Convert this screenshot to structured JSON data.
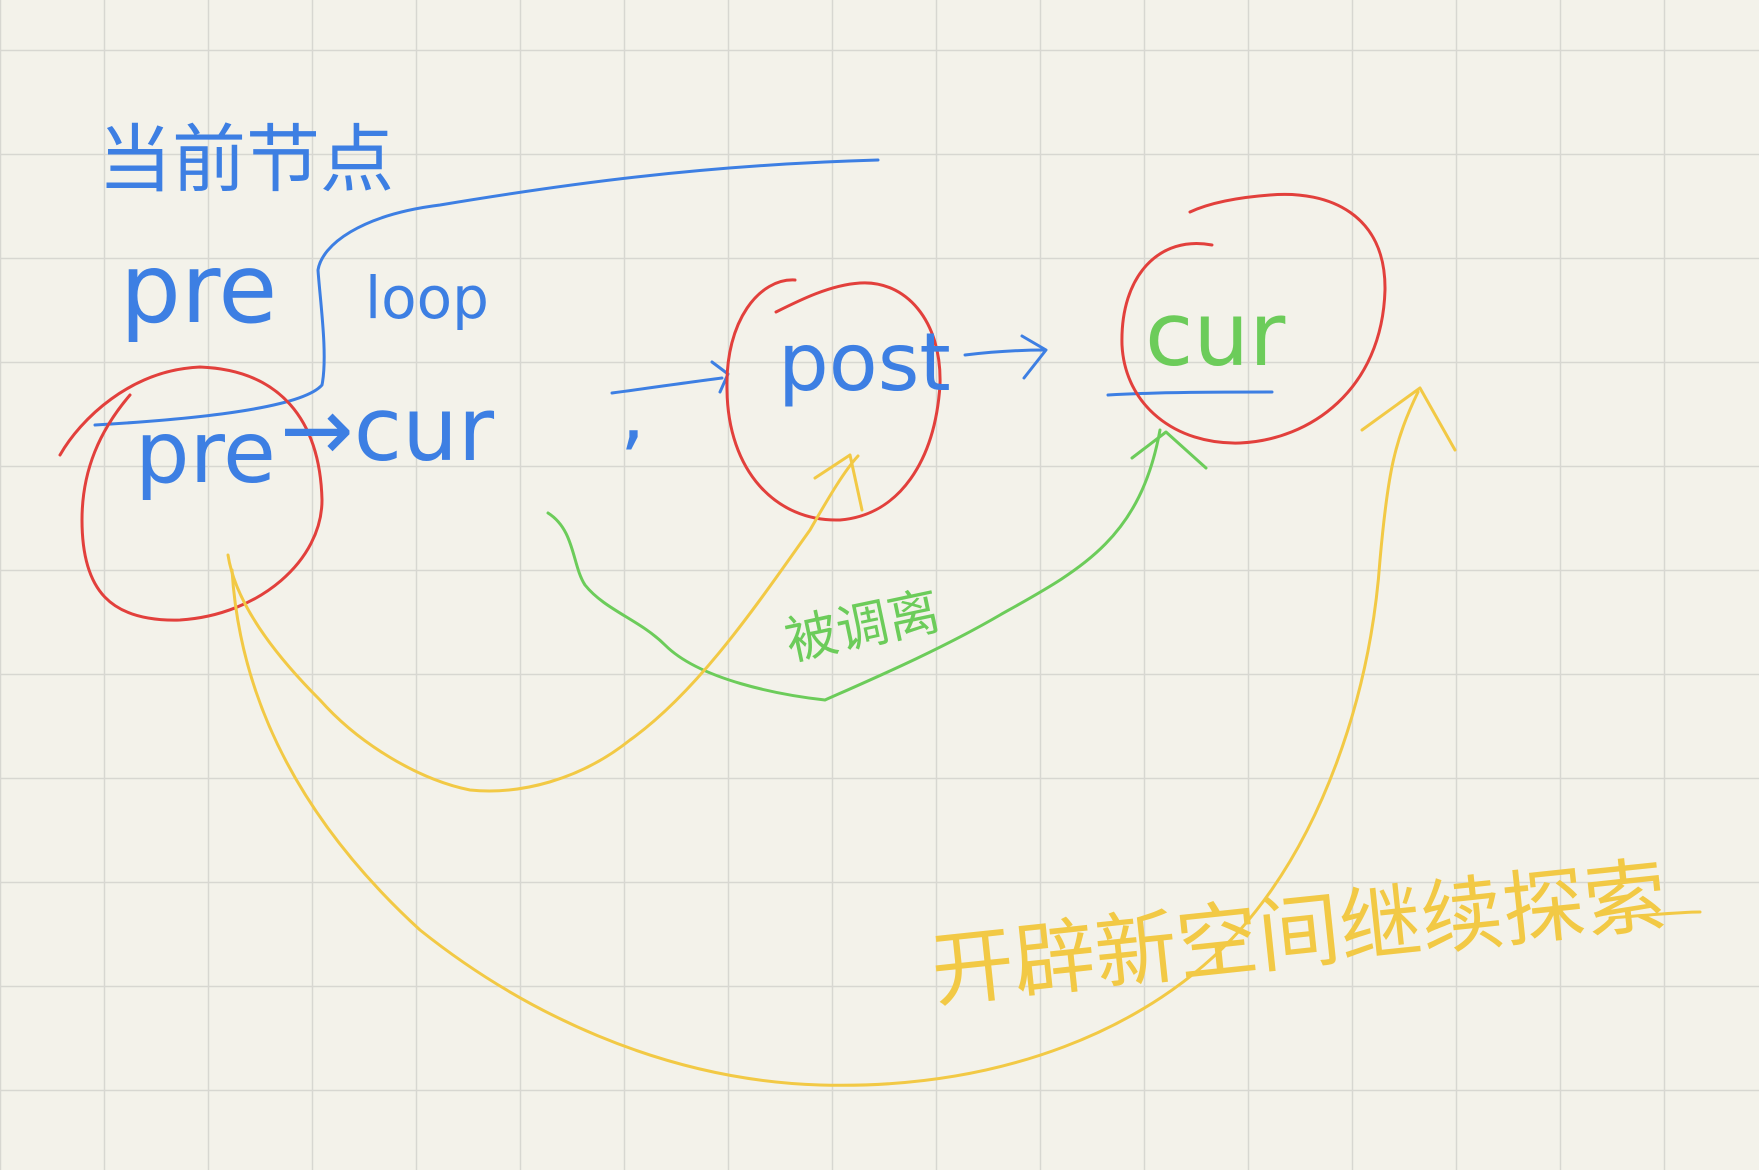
{
  "page": {
    "background": "#f3f2ea",
    "grid_color": "#d7d7d1"
  },
  "colors": {
    "blue": "#3d7fe3",
    "red": "#e2403c",
    "green": "#6ccc5a",
    "yellow": "#f2c945"
  },
  "labels": {
    "title": "当前节点",
    "pre_top": "pre",
    "loop": "loop",
    "pre": "pre",
    "arrow_cur": "→cur",
    "comma": ",",
    "post": "post",
    "cur": "cur",
    "green_note": "被调离",
    "yellow_note": "开辟新空间继续探索"
  }
}
